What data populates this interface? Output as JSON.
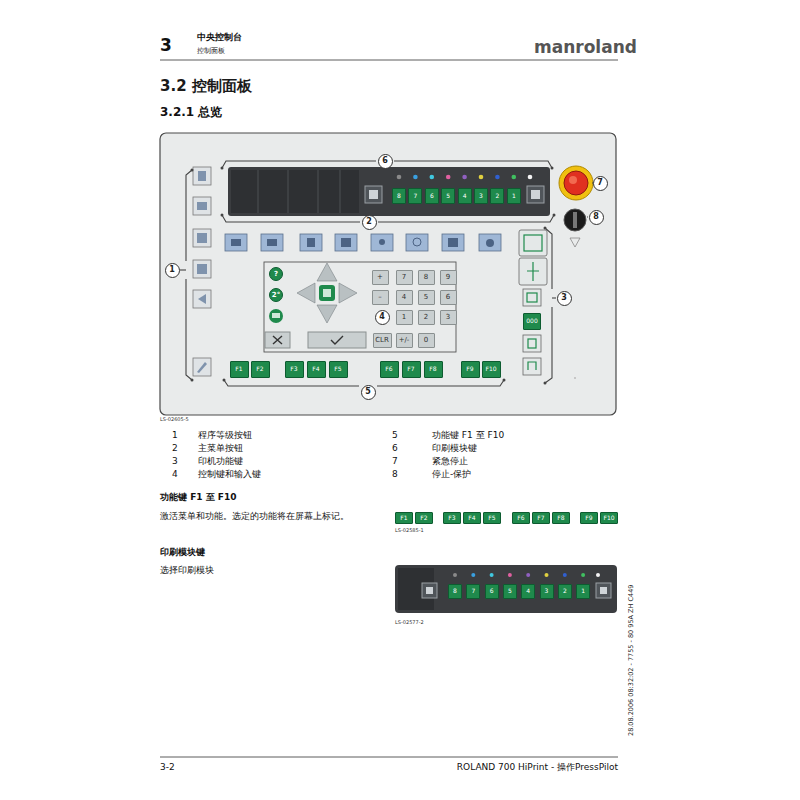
{
  "diagram": {
    "title": "3.2 控制面板",
    "nodes": [
      {
        "text": [
          "6"
        ]
      },
      {
        "text": [
          "8"
        ]
      },
      {
        "text": [
          "7"
        ]
      },
      {
        "text": [
          "6"
        ]
      },
      {
        "text": [
          "5"
        ]
      },
      {
        "text": [
          "4"
        ]
      },
      {
        "text": [
          "3"
        ]
      },
      {
        "text": [
          "2"
        ]
      },
      {
        "text": [
          "1"
        ]
      },
      {
        "text": [
          "7"
        ]
      },
      {
        "text": [
          "8"
        ]
      },
      {
        "text": [
          "2"
        ]
      },
      {
        "text": [
          "1"
        ]
      },
      {
        "text": [
          "3"
        ]
      },
      {
        "text": [
          "?"
        ]
      },
      {
        "text": [
          "2°"
        ]
      },
      {
        "text": [
          "+"
        ]
      },
      {
        "text": [
          "7"
        ]
      },
      {
        "text": [
          "8"
        ]
      },
      {
        "text": [
          "9"
        ]
      },
      {
        "text": [
          "–"
        ]
      },
      {
        "text": [
          "4"
        ]
      },
      {
        "text": [
          "5"
        ]
      },
      {
        "text": [
          "6"
        ]
      },
      {
        "text": [
          "4"
        ]
      },
      {
        "text": [
          "1"
        ]
      },
      {
        "text": [
          "2"
        ]
      },
      {
        "text": [
          "3"
        ]
      },
      {
        "text": [
          "CLR"
        ]
      },
      {
        "text": [
          "+/-"
        ]
      },
      {
        "text": [
          "0"
        ]
      },
      {
        "text": [
          "000"
        ]
      },
      {
        "text": [
          "F1"
        ]
      },
      {
        "text": [
          "F2"
        ]
      },
      {
        "text": [
          "F3"
        ]
      },
      {
        "text": [
          "F4"
        ]
      },
      {
        "text": [
          "F5"
        ]
      },
      {
        "text": [
          "F6"
        ]
      },
      {
        "text": [
          "F7"
        ]
      },
      {
        "text": [
          "F8"
        ]
      },
      {
        "text": [
          "F9"
        ]
      },
      {
        "text": [
          "F10"
        ]
      },
      {
        "text": [
          "5"
        ]
      },
      {
        "text": [
          "F1"
        ]
      },
      {
        "text": [
          "F2"
        ]
      },
      {
        "text": [
          "F3"
        ]
      },
      {
        "text": [
          "F4"
        ]
      },
      {
        "text": [
          "F5"
        ]
      },
      {
        "text": [
          "F6"
        ]
      },
      {
        "text": [
          "F7"
        ]
      },
      {
        "text": [
          "F8"
        ]
      },
      {
        "text": [
          "F9"
        ]
      },
      {
        "text": [
          "F10"
        ]
      },
      {
        "text": [
          "8"
        ]
      },
      {
        "text": [
          "7"
        ]
      },
      {
        "text": [
          "6"
        ]
      },
      {
        "text": [
          "5"
        ]
      },
      {
        "text": [
          "4"
        ]
      },
      {
        "text": [
          "3"
        ]
      },
      {
        "text": [
          "2"
        ]
      },
      {
        "text": [
          "1"
        ]
      }
    ],
    "labels": [
      "3",
      "中央控制台",
      "控制面板",
      "manroland",
      "3.2.1 总览",
      "LS-02605-5",
      "1",
      "程序等级按钮",
      "5",
      "功能键 F1 至 F10",
      "2",
      "主菜单按钮",
      "6",
      "印刷模块键",
      "3",
      "印机功能键",
      "7",
      "紧急停止",
      "4",
      "控制键和输入键",
      "8",
      "停止-保护",
      "功能键 F1 至 F10",
      "激活菜单和功能。选定的功能将在屏幕上标记。",
      "LS-02585-1",
      "印刷模块键",
      "选择印刷模块",
      "LS-02577-2",
      "28.08.2006 08:32:02 - 7755 - 80 95A ZH C449",
      "3-2",
      "ROLAND 700 HiPrint - 操作PressPilot"
    ]
  }
}
